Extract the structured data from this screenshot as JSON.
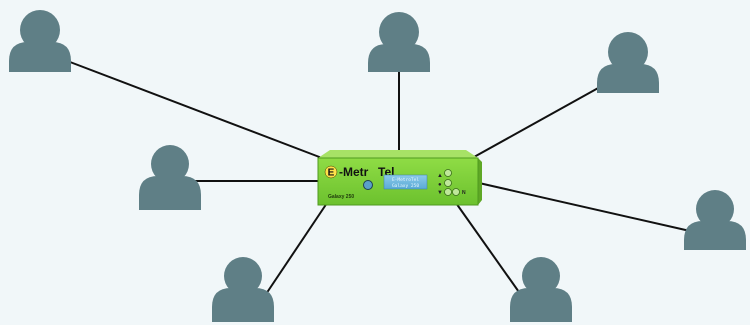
{
  "diagram": {
    "hub": {
      "brand_prefix": "E",
      "brand_name": "-Metr",
      "brand_suffix": "Tel",
      "model": "Galaxy 250",
      "lcd_line1": "E-MetroTel",
      "lcd_line2": "Galaxy 250",
      "key_label": "N"
    },
    "users": [
      {
        "id": "top-left"
      },
      {
        "id": "top-center"
      },
      {
        "id": "top-right"
      },
      {
        "id": "mid-left"
      },
      {
        "id": "mid-right"
      },
      {
        "id": "bottom-left"
      },
      {
        "id": "bottom-right"
      }
    ]
  },
  "colors": {
    "background": "#f1f7f9",
    "user_icon": "#5f7f86",
    "link_line": "#111111",
    "device_face": "#7ed13a",
    "device_top": "#a7e266",
    "lcd": "#6fb8de"
  }
}
